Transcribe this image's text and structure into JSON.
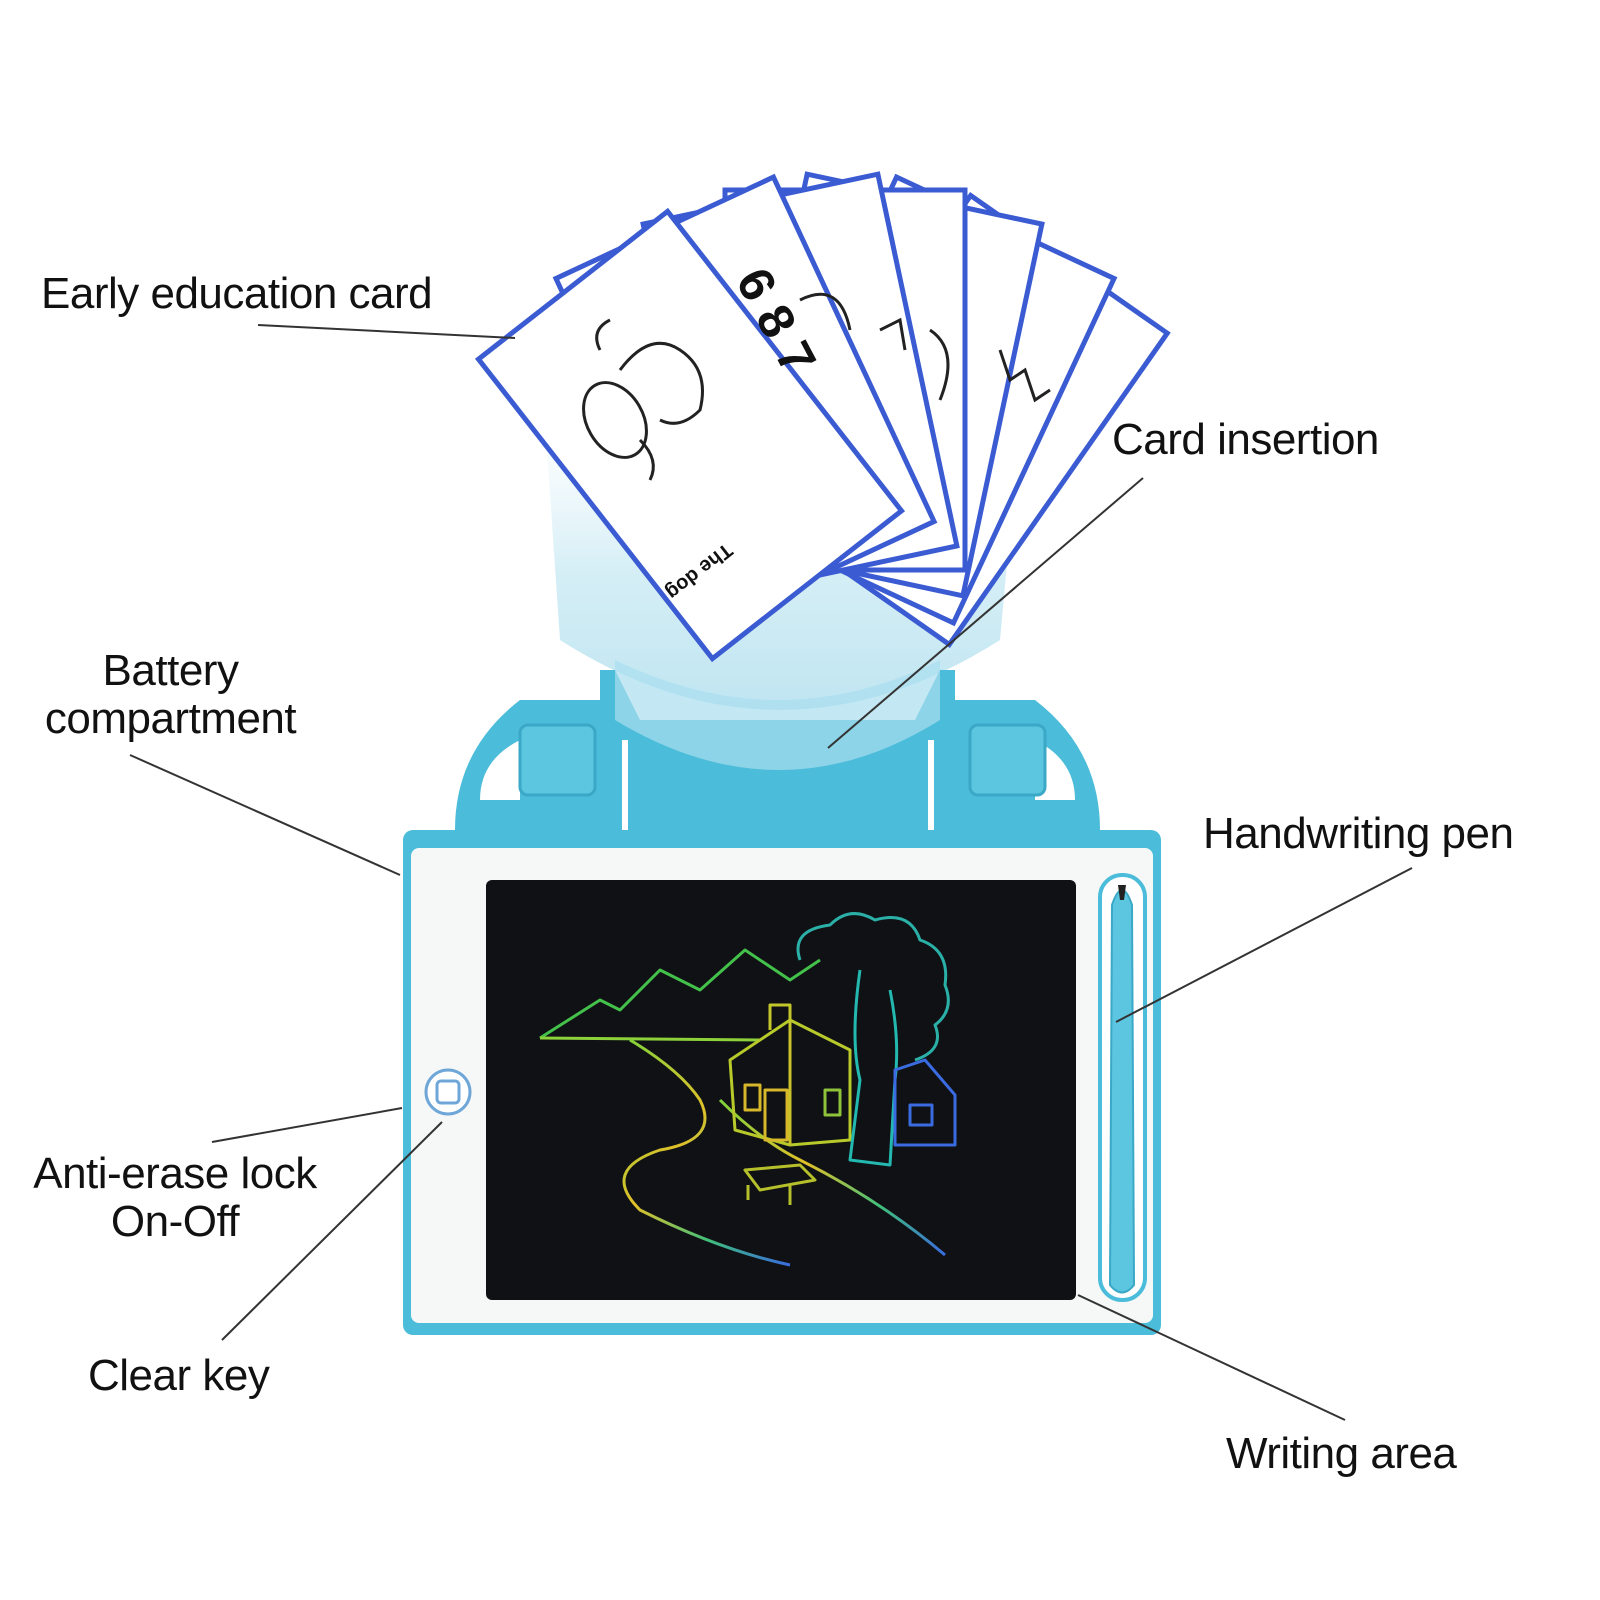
{
  "labels": {
    "early_education_card": "Early education card",
    "card_insertion": "Card insertion",
    "battery_compartment": [
      "Battery",
      "compartment"
    ],
    "handwriting_pen": "Handwriting pen",
    "anti_erase_lock": [
      "Anti-erase lock",
      "On-Off"
    ],
    "clear_key": "Clear key",
    "writing_area": "Writing area"
  },
  "card": {
    "caption": "The dog",
    "numbers": "6 8 7"
  },
  "colors": {
    "tablet_frame": "#4bbcd9",
    "tablet_inner": "#f6f8f8",
    "screen": "#0f1114",
    "card_border": "#3b5bd3",
    "glow": "#d2eef7"
  }
}
